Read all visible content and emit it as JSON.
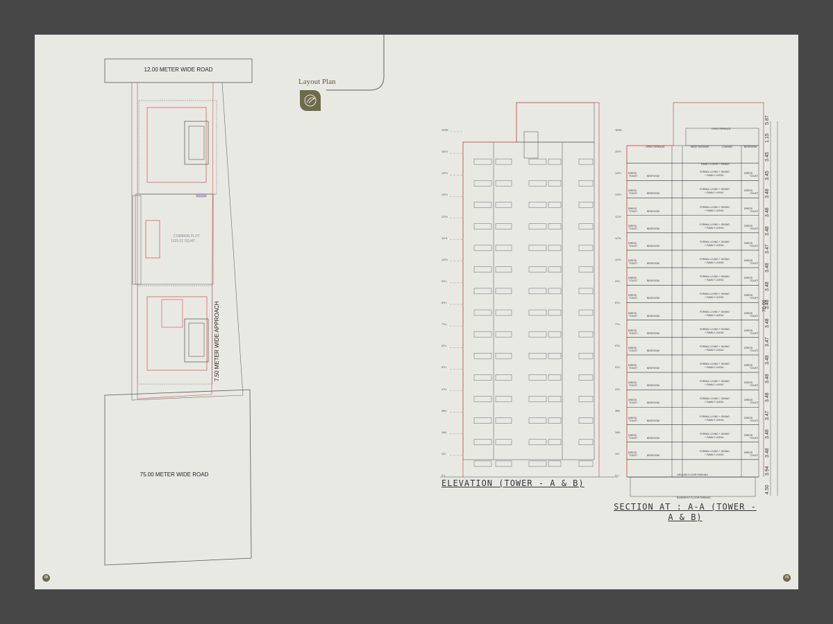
{
  "layout_plan": {
    "north_road": "12.00 METER WIDE ROAD",
    "south_road": "75.00 METER WIDE ROAD",
    "approach": "7.50 METER WIDE APPROACH",
    "common_plot_label": "COMMON PLOT",
    "common_plot_area": "1325.52 SQ.MT."
  },
  "header": {
    "title": "Layout Plan",
    "logo_icon": "leaf-logo-icon"
  },
  "elevation": {
    "title": "ELEVATION (TOWER - A & B)",
    "floor_labels": [
      "TERR.",
      "15TH.",
      "14TH.",
      "13TH.",
      "12TH.",
      "11TH.",
      "10TH.",
      "9TH.",
      "8TH.",
      "7TH.",
      "6TH.",
      "5TH.",
      "4TH.",
      "3RD.",
      "2ND.",
      "1ST.",
      "G.L."
    ]
  },
  "section": {
    "title_line1": "SECTION AT : A-A (TOWER -",
    "title_line2": "A & B)",
    "open_terrace": "OPEN TERRACE",
    "lounge": "LOUNGE",
    "wide_passage": "WIDE PASSAGE",
    "bedroom": "BEDROOM",
    "living_top": "FAMILY LIVING + DINING",
    "formal_living": "FORMAL LIVING + DINING",
    "family_living": "+ FAMILY LIVING",
    "dress": "DRESS",
    "toilet": "TOILET",
    "ground_floor": "GROUND FLOOR PARKING",
    "basement": "BASEMENT FLOOR PARKING",
    "dims": [
      "5.87",
      "1.15",
      "3.45",
      "3.45",
      "3.48",
      "3.48",
      "3.48",
      "3.47",
      "3.48",
      "3.48",
      "3.48",
      "3.48",
      "3.47",
      "3.48",
      "3.48",
      "3.48",
      "3.47",
      "3.48",
      "3.48",
      "3.94",
      "4.50"
    ],
    "total_height": "70.00"
  },
  "page_numbers": {
    "left": "08",
    "right": "09"
  },
  "colors": {
    "background": "#474747",
    "sheet": "#e9e9e4",
    "accent": "#6e6b4a",
    "red_line": "#d24a4a"
  }
}
